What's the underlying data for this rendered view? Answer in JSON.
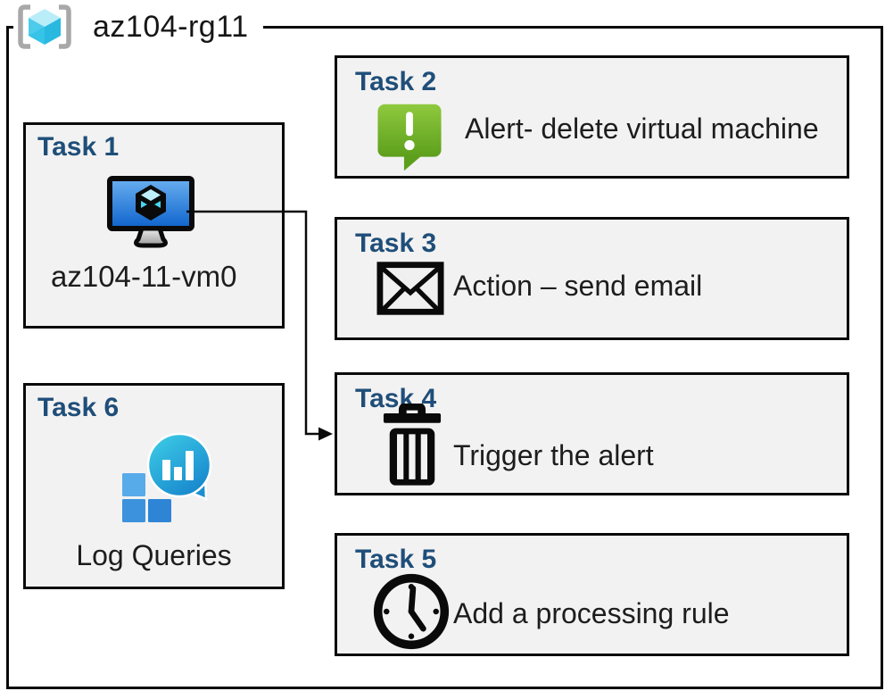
{
  "diagram": {
    "title": "az104-rg11",
    "type": "azure-lab-architecture"
  },
  "tasks": [
    {
      "heading": "Task 1",
      "label": "az104-11-vm0",
      "icon": "virtual-machine-icon"
    },
    {
      "heading": "Task 2",
      "label": "Alert- delete virtual machine",
      "icon": "alert-icon"
    },
    {
      "heading": "Task 3",
      "label": "Action – send email",
      "icon": "email-icon"
    },
    {
      "heading": "Task 4",
      "label": "Trigger the alert",
      "icon": "trash-icon"
    },
    {
      "heading": "Task 5",
      "label": "Add a processing rule",
      "icon": "clock-icon"
    },
    {
      "heading": "Task 6",
      "label": "Log Queries",
      "icon": "log-queries-icon"
    }
  ],
  "connector": {
    "from": "Task 1 virtual machine",
    "to": "Task 4 trigger the alert"
  },
  "colors": {
    "task_heading": "#1F4E79",
    "box_fill": "#F2F2F2",
    "border": "#0A0A0A",
    "alert_green_top": "#8FC93E",
    "alert_green_bottom": "#5D9F1C",
    "vm_blue_top": "#6AAFF0",
    "vm_blue_bottom": "#0D63CC",
    "cube_cyan_light": "#B9EDF8",
    "cube_cyan_mid": "#4CCBEB",
    "cube_cyan_dark": "#29B8E0",
    "log_teal_top": "#3FD0E8",
    "log_teal_bottom": "#1787CD",
    "log_square_blue": "#3C92DD",
    "bracket_gray": "#A8A8A8"
  }
}
